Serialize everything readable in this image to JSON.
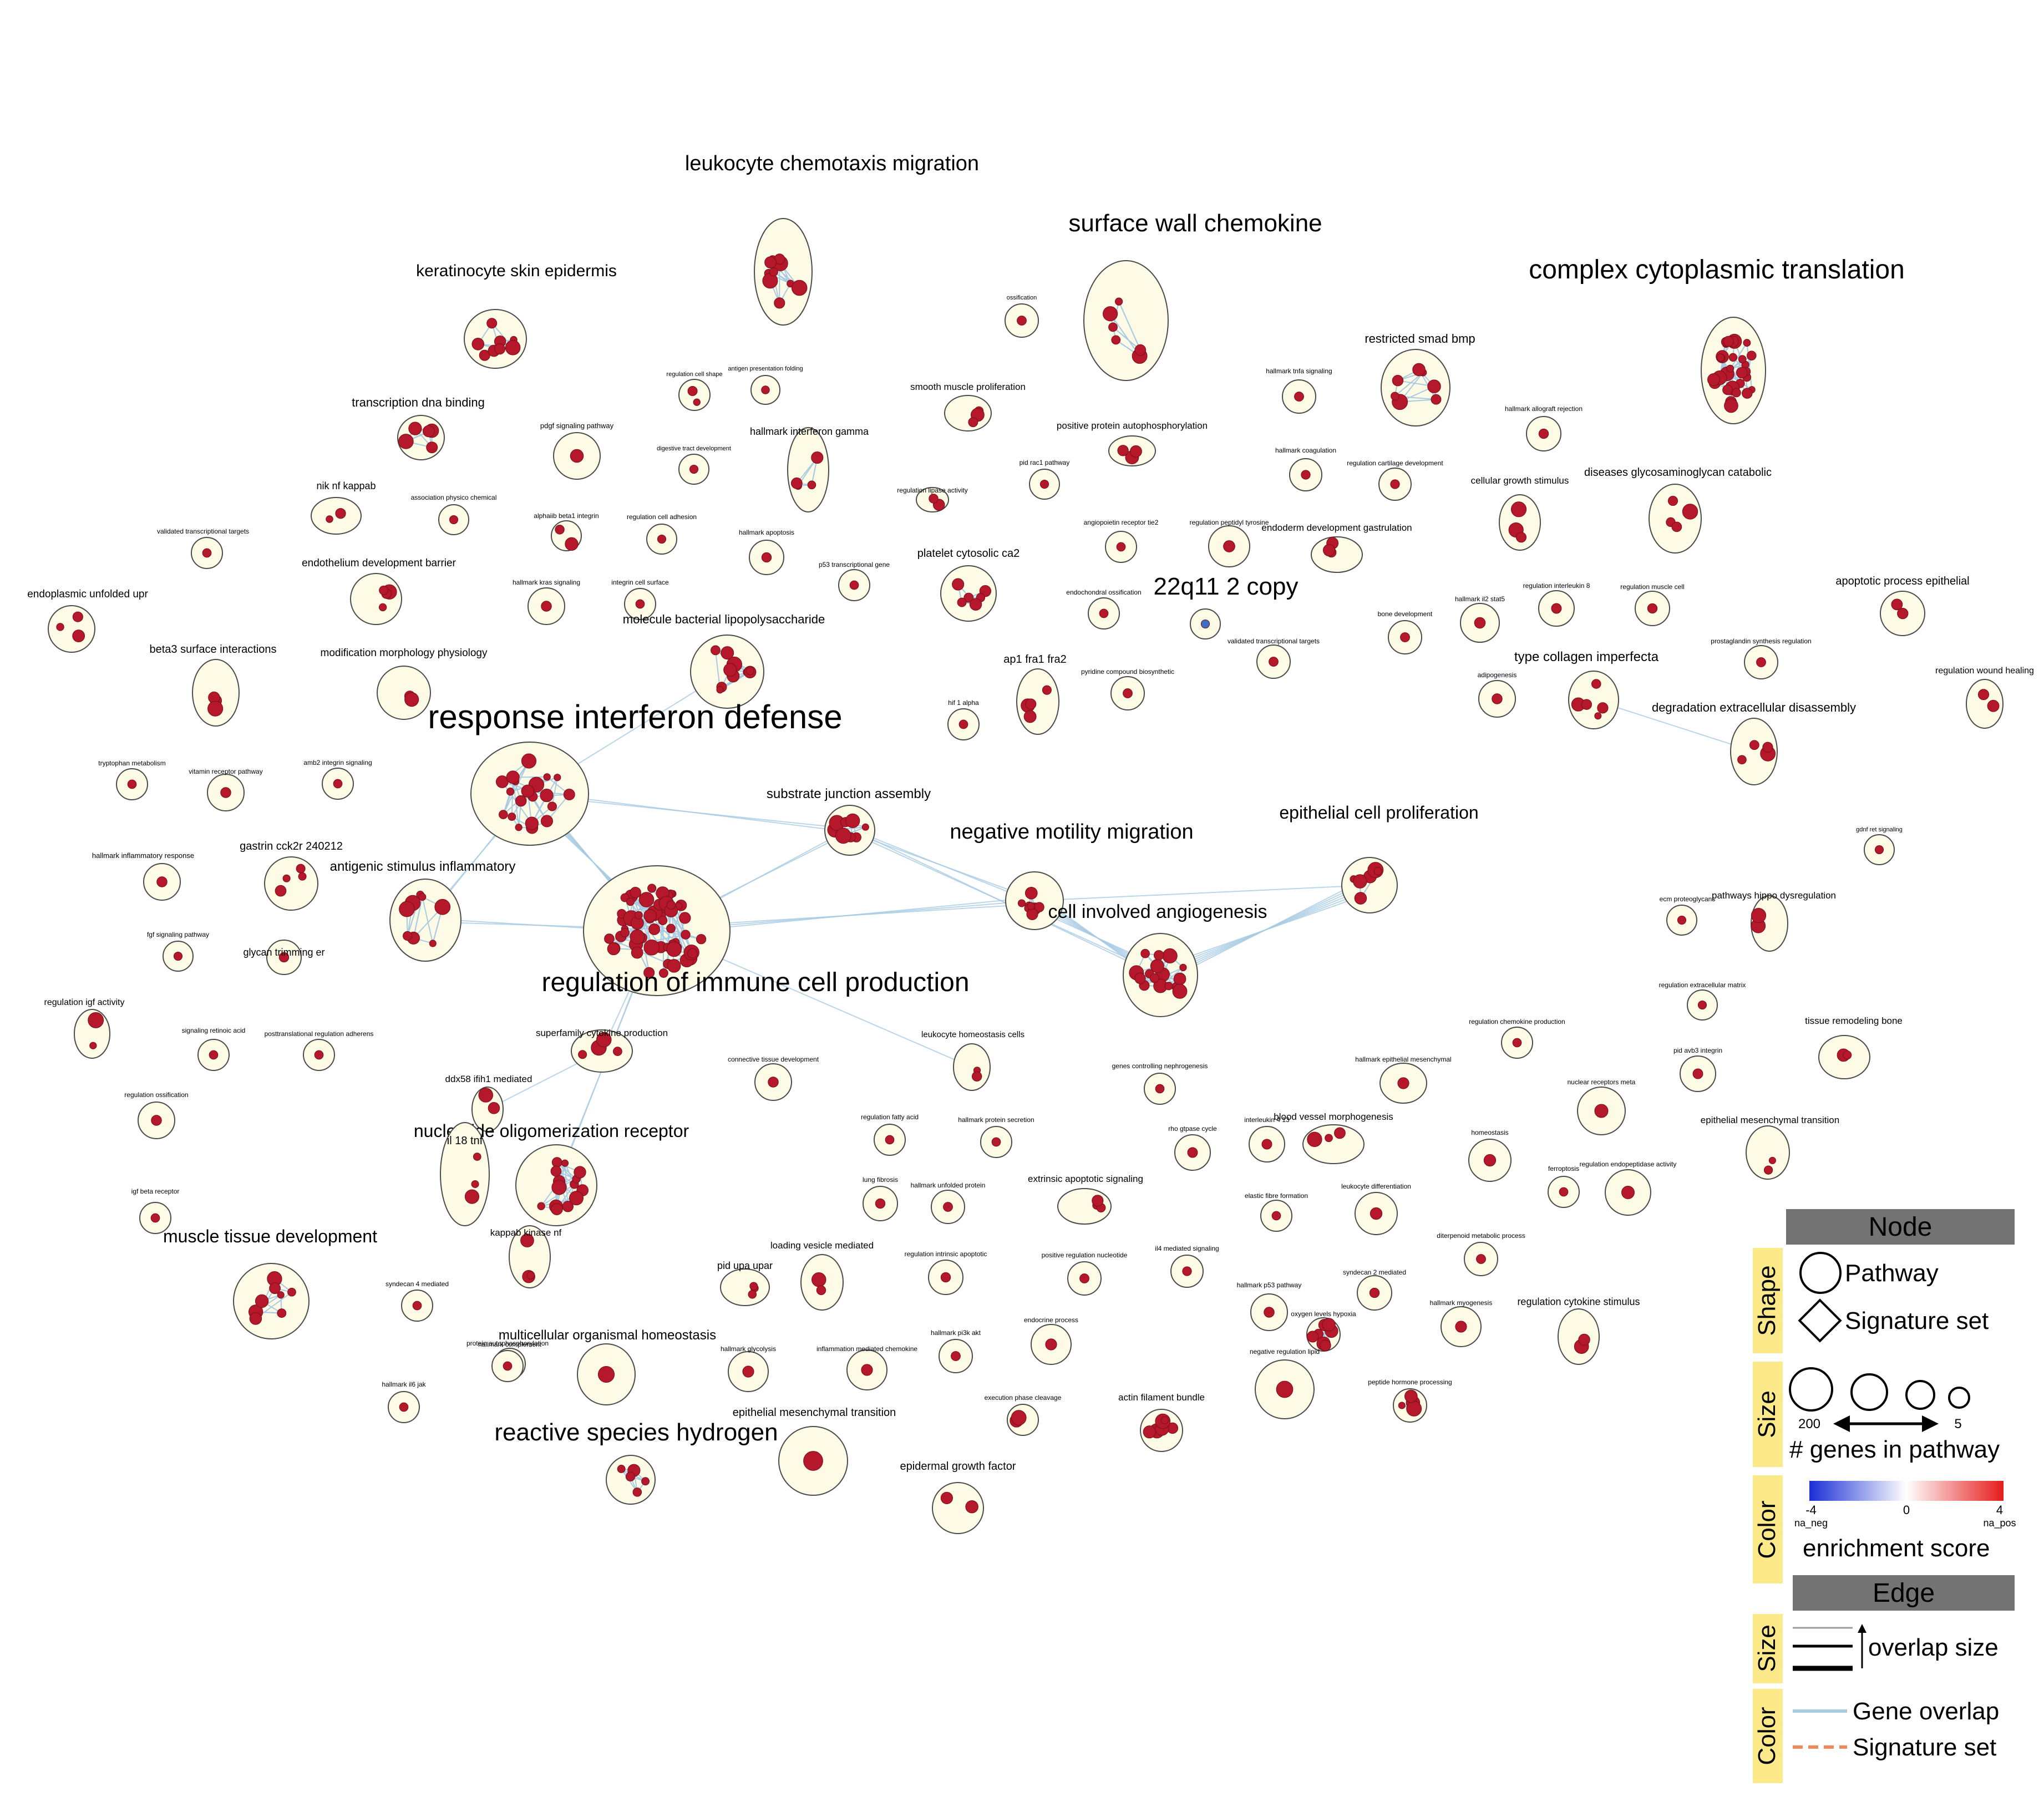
{
  "colors": {
    "cluster_fill": "#fdfbe5",
    "cluster_stroke": "#4a4a4a",
    "node_fill": "#b5172b",
    "node_neg": "#3b6fc2",
    "edge": "#a8cbe3",
    "legend_header": "#737373",
    "legend_side": "#fbe98a",
    "signature_edge": "#f08a5d"
  },
  "clusters": [
    {
      "label": "leukocyte chemotaxis migration",
      "size": "xl",
      "nodes": 10,
      "edges": true
    },
    {
      "label": "surface wall chemokine",
      "size": "xl",
      "nodes": 6,
      "edges": true
    },
    {
      "label": "complex cytoplasmic translation",
      "size": "xl",
      "nodes": 30,
      "edges": true
    },
    {
      "label": "keratinocyte skin epidermis",
      "size": "m",
      "nodes": 8,
      "edges": true
    },
    {
      "label": "transcription dna binding",
      "size": "s",
      "nodes": 5,
      "edges": true
    },
    {
      "label": "restricted smad bmp",
      "size": "s",
      "nodes": 7,
      "edges": true
    },
    {
      "label": "ossification",
      "size": "xs",
      "nodes": 1
    },
    {
      "label": "regulation cell shape",
      "size": "xs",
      "nodes": 2
    },
    {
      "label": "antigen presentation folding",
      "size": "xs",
      "nodes": 1
    },
    {
      "label": "smooth muscle proliferation",
      "size": "xs",
      "nodes": 3
    },
    {
      "label": "hallmark tnfa signaling",
      "size": "xs",
      "nodes": 1
    },
    {
      "label": "hallmark allograft rejection",
      "size": "xs",
      "nodes": 1
    },
    {
      "label": "pdgf signaling pathway",
      "size": "xs",
      "nodes": 1
    },
    {
      "label": "digestive tract development",
      "size": "xs",
      "nodes": 1
    },
    {
      "label": "hallmark interferon gamma",
      "size": "s",
      "nodes": 4,
      "edges": true
    },
    {
      "label": "positive protein autophosphorylation",
      "size": "xs",
      "nodes": 3
    },
    {
      "label": "nik nf kappab",
      "size": "s",
      "nodes": 2
    },
    {
      "label": "association physico chemical",
      "size": "xs",
      "nodes": 1
    },
    {
      "label": "regulation lipase activity",
      "size": "xs",
      "nodes": 2
    },
    {
      "label": "pid rac1 pathway",
      "size": "xs",
      "nodes": 1
    },
    {
      "label": "hallmark coagulation",
      "size": "xs",
      "nodes": 1
    },
    {
      "label": "regulation cartilage development",
      "size": "xs",
      "nodes": 1
    },
    {
      "label": "cellular growth stimulus",
      "size": "s",
      "nodes": 3
    },
    {
      "label": "diseases glycosaminoglycan catabolic",
      "size": "s",
      "nodes": 4
    },
    {
      "label": "validated transcriptional targets",
      "size": "xs",
      "nodes": 1
    },
    {
      "label": "alphaiib beta1 integrin",
      "size": "xs",
      "nodes": 2
    },
    {
      "label": "regulation cell adhesion",
      "size": "xs",
      "nodes": 1
    },
    {
      "label": "hallmark apoptosis",
      "size": "xs",
      "nodes": 1
    },
    {
      "label": "angiopoietin receptor tie2",
      "size": "xs",
      "nodes": 1
    },
    {
      "label": "regulation peptidyl tyrosine",
      "size": "xs",
      "nodes": 1
    },
    {
      "label": "endoderm development gastrulation",
      "size": "xs",
      "nodes": 3
    },
    {
      "label": "endoplasmic unfolded upr",
      "size": "s",
      "nodes": 3
    },
    {
      "label": "endothelium development barrier",
      "size": "s",
      "nodes": 4
    },
    {
      "label": "hallmark kras signaling",
      "size": "xs",
      "nodes": 1
    },
    {
      "label": "integrin cell surface",
      "size": "xs",
      "nodes": 1
    },
    {
      "label": "p53 transcriptional gene",
      "size": "xs",
      "nodes": 1
    },
    {
      "label": "platelet cytosolic ca2",
      "size": "s",
      "nodes": 6,
      "edges": true
    },
    {
      "label": "endochondral ossification",
      "size": "xs",
      "nodes": 1
    },
    {
      "label": "22q11 2 copy",
      "size": "xs",
      "nodes": 1,
      "negative": true
    },
    {
      "label": "regulation interleukin 8",
      "size": "xs",
      "nodes": 1
    },
    {
      "label": "hallmark il2 stat5",
      "size": "xs",
      "nodes": 1
    },
    {
      "label": "regulation muscle cell",
      "size": "xs",
      "nodes": 1
    },
    {
      "label": "apoptotic process epithelial",
      "size": "xs",
      "nodes": 2
    },
    {
      "label": "molecule bacterial lipopolysaccharide",
      "size": "m",
      "nodes": 10,
      "edges": true
    },
    {
      "label": "bone development",
      "size": "xs",
      "nodes": 1
    },
    {
      "label": "validated transcriptional targets",
      "size": "xs",
      "nodes": 1
    },
    {
      "label": "prostaglandin synthesis regulation",
      "size": "xs",
      "nodes": 1
    },
    {
      "label": "beta3 surface interactions",
      "size": "s",
      "nodes": 3
    },
    {
      "label": "modification morphology physiology",
      "size": "s",
      "nodes": 4
    },
    {
      "label": "ap1 fra1 fra2",
      "size": "s",
      "nodes": 4
    },
    {
      "label": "pyridine compound biosynthetic",
      "size": "xs",
      "nodes": 1
    },
    {
      "label": "adipogenesis",
      "size": "xs",
      "nodes": 1
    },
    {
      "label": "type collagen imperfecta",
      "size": "s",
      "nodes": 6
    },
    {
      "label": "regulation wound healing",
      "size": "xs",
      "nodes": 2
    },
    {
      "label": "hif 1 alpha",
      "size": "xs",
      "nodes": 1
    },
    {
      "label": "degradation extracellular disassembly",
      "size": "s",
      "nodes": 4
    },
    {
      "label": "response interferon defense",
      "size": "l",
      "nodes": 20,
      "edges": true
    },
    {
      "label": "tryptophan metabolism",
      "size": "xs",
      "nodes": 1
    },
    {
      "label": "vitamin receptor pathway",
      "size": "xs",
      "nodes": 1
    },
    {
      "label": "amb2 integrin signaling",
      "size": "xs",
      "nodes": 1
    },
    {
      "label": "substrate junction assembly",
      "size": "s",
      "nodes": 8,
      "edges": true
    },
    {
      "label": "epithelial cell proliferation",
      "size": "s",
      "nodes": 6,
      "edges": true
    },
    {
      "label": "gdnf ret signaling",
      "size": "xs",
      "nodes": 1
    },
    {
      "label": "negative motility migration",
      "size": "s",
      "nodes": 8,
      "edges": true
    },
    {
      "label": "hallmark inflammatory response",
      "size": "xs",
      "nodes": 1
    },
    {
      "label": "gastrin cck2r 240212",
      "size": "s",
      "nodes": 4
    },
    {
      "label": "antigenic stimulus inflammatory",
      "size": "m",
      "nodes": 8,
      "edges": true
    },
    {
      "label": "regulation of immune cell production",
      "size": "xl",
      "nodes": 60,
      "edges": true
    },
    {
      "label": "cell involved angiogenesis",
      "size": "m",
      "nodes": 16,
      "edges": true
    },
    {
      "label": "ecm proteoglycans",
      "size": "xs",
      "nodes": 1
    },
    {
      "label": "pathways hippo dysregulation",
      "size": "xs",
      "nodes": 2
    },
    {
      "label": "fgf signaling pathway",
      "size": "xs",
      "nodes": 1
    },
    {
      "label": "glycan trimming er",
      "size": "xs",
      "nodes": 1
    },
    {
      "label": "regulation extracellular matrix",
      "size": "xs",
      "nodes": 1
    },
    {
      "label": "regulation igf activity",
      "size": "s",
      "nodes": 2
    },
    {
      "label": "signaling retinoic acid",
      "size": "xs",
      "nodes": 1
    },
    {
      "label": "posttranslational regulation adherens",
      "size": "xs",
      "nodes": 1
    },
    {
      "label": "superfamily cytokine production",
      "size": "s",
      "nodes": 4
    },
    {
      "label": "leukocyte homeostasis cells",
      "size": "xs",
      "nodes": 2
    },
    {
      "label": "connective tissue development",
      "size": "xs",
      "nodes": 1
    },
    {
      "label": "regulation chemokine production",
      "size": "xs",
      "nodes": 1
    },
    {
      "label": "tissue remodeling bone",
      "size": "xs",
      "nodes": 2
    },
    {
      "label": "hallmark epithelial mesenchymal",
      "size": "xs",
      "nodes": 1
    },
    {
      "label": "pid avb3 integrin",
      "size": "xs",
      "nodes": 1
    },
    {
      "label": "regulation ossification",
      "size": "xs",
      "nodes": 1
    },
    {
      "label": "ddx58 ifih1 mediated",
      "size": "xs",
      "nodes": 2
    },
    {
      "label": "genes controlling nephrogenesis",
      "size": "xs",
      "nodes": 1
    },
    {
      "label": "nuclear receptors meta",
      "size": "xs",
      "nodes": 1
    },
    {
      "label": "nucleotide oligomerization receptor",
      "size": "m",
      "nodes": 14,
      "edges": true
    },
    {
      "label": "il 18 tnf",
      "size": "s",
      "nodes": 3
    },
    {
      "label": "regulation fatty acid",
      "size": "xs",
      "nodes": 1
    },
    {
      "label": "hallmark protein secretion",
      "size": "xs",
      "nodes": 1
    },
    {
      "label": "epithelial mesenchymal transition",
      "size": "xs",
      "nodes": 2
    },
    {
      "label": "rho gtpase cycle",
      "size": "xs",
      "nodes": 1
    },
    {
      "label": "interleukin 4 13",
      "size": "xs",
      "nodes": 1
    },
    {
      "label": "blood vessel morphogenesis",
      "size": "xs",
      "nodes": 3
    },
    {
      "label": "homeostasis",
      "size": "xs",
      "nodes": 1
    },
    {
      "label": "igf beta receptor",
      "size": "xs",
      "nodes": 1
    },
    {
      "label": "ferroptosis",
      "size": "xs",
      "nodes": 1
    },
    {
      "label": "regulation endopeptidase activity",
      "size": "xs",
      "nodes": 1
    },
    {
      "label": "lung fibrosis",
      "size": "xs",
      "nodes": 1
    },
    {
      "label": "hallmark unfolded protein",
      "size": "xs",
      "nodes": 1
    },
    {
      "label": "extrinsic apoptotic signaling",
      "size": "xs",
      "nodes": 3
    },
    {
      "label": "elastic fibre formation",
      "size": "xs",
      "nodes": 1
    },
    {
      "label": "leukocyte differentiation",
      "size": "xs",
      "nodes": 1
    },
    {
      "label": "kappab kinase nf",
      "size": "s",
      "nodes": 3
    },
    {
      "label": "muscle tissue development",
      "size": "m",
      "nodes": 8,
      "edges": true
    },
    {
      "label": "loading vesicle mediated",
      "size": "s",
      "nodes": 2
    },
    {
      "label": "regulation intrinsic apoptotic",
      "size": "xs",
      "nodes": 1
    },
    {
      "label": "positive regulation nucleotide",
      "size": "xs",
      "nodes": 1
    },
    {
      "label": "il4 mediated signaling",
      "size": "xs",
      "nodes": 1
    },
    {
      "label": "diterpenoid metabolic process",
      "size": "xs",
      "nodes": 1
    },
    {
      "label": "syndecan 4 mediated",
      "size": "xs",
      "nodes": 1
    },
    {
      "label": "pid upa upar",
      "size": "xs",
      "nodes": 3
    },
    {
      "label": "syndecan 2 mediated",
      "size": "xs",
      "nodes": 1
    },
    {
      "label": "hallmark p53 pathway",
      "size": "xs",
      "nodes": 1
    },
    {
      "label": "hallmark myogenesis",
      "size": "xs",
      "nodes": 1
    },
    {
      "label": "regulation cytokine stimulus",
      "size": "s",
      "nodes": 2
    },
    {
      "label": "hallmark complement",
      "size": "xs",
      "nodes": 1
    },
    {
      "label": "multicellular organismal homeostasis",
      "size": "xs",
      "nodes": 1
    },
    {
      "label": "hallmark pi3k akt",
      "size": "xs",
      "nodes": 1
    },
    {
      "label": "endocrine process",
      "size": "xs",
      "nodes": 1
    },
    {
      "label": "oxygen levels hypoxia",
      "size": "s",
      "nodes": 7,
      "edges": true
    },
    {
      "label": "protein autophosphorylation",
      "size": "xs",
      "nodes": 1
    },
    {
      "label": "hallmark glycolysis",
      "size": "xs",
      "nodes": 1
    },
    {
      "label": "inflammation mediated chemokine",
      "size": "s",
      "nodes": 1
    },
    {
      "label": "negative regulation lipid",
      "size": "xs",
      "nodes": 1
    },
    {
      "label": "hallmark il6 jak",
      "size": "xs",
      "nodes": 1
    },
    {
      "label": "peptide hormone processing",
      "size": "m",
      "nodes": 6,
      "edges": true
    },
    {
      "label": "epithelial mesenchymal transition",
      "size": "xs",
      "nodes": 1
    },
    {
      "label": "execution phase cleavage",
      "size": "xs",
      "nodes": 2
    },
    {
      "label": "actin filament bundle",
      "size": "s",
      "nodes": 7,
      "edges": true
    },
    {
      "label": "reactive species hydrogen",
      "size": "s",
      "nodes": 5,
      "edges": true
    },
    {
      "label": "epidermal growth factor",
      "size": "xs",
      "nodes": 2
    }
  ],
  "legend": {
    "node_header": "Node",
    "shape_label": "Shape",
    "pathway": "Pathway",
    "signature_set": "Signature set",
    "size_label": "Size",
    "size_max": "200",
    "size_min": "5",
    "genes_in_pathway": "# genes in pathway",
    "color_label": "Color",
    "neg_value": "-4",
    "zero_value": "0",
    "pos_value": "4",
    "neg_sub": "na_neg",
    "pos_sub": "na_pos",
    "enrichment_score": "enrichment score",
    "edge_header": "Edge",
    "edge_size_label": "Size",
    "overlap_size": "overlap size",
    "edge_color_label": "Color",
    "gene_overlap": "Gene overlap",
    "signature_set_edge": "Signature set"
  }
}
